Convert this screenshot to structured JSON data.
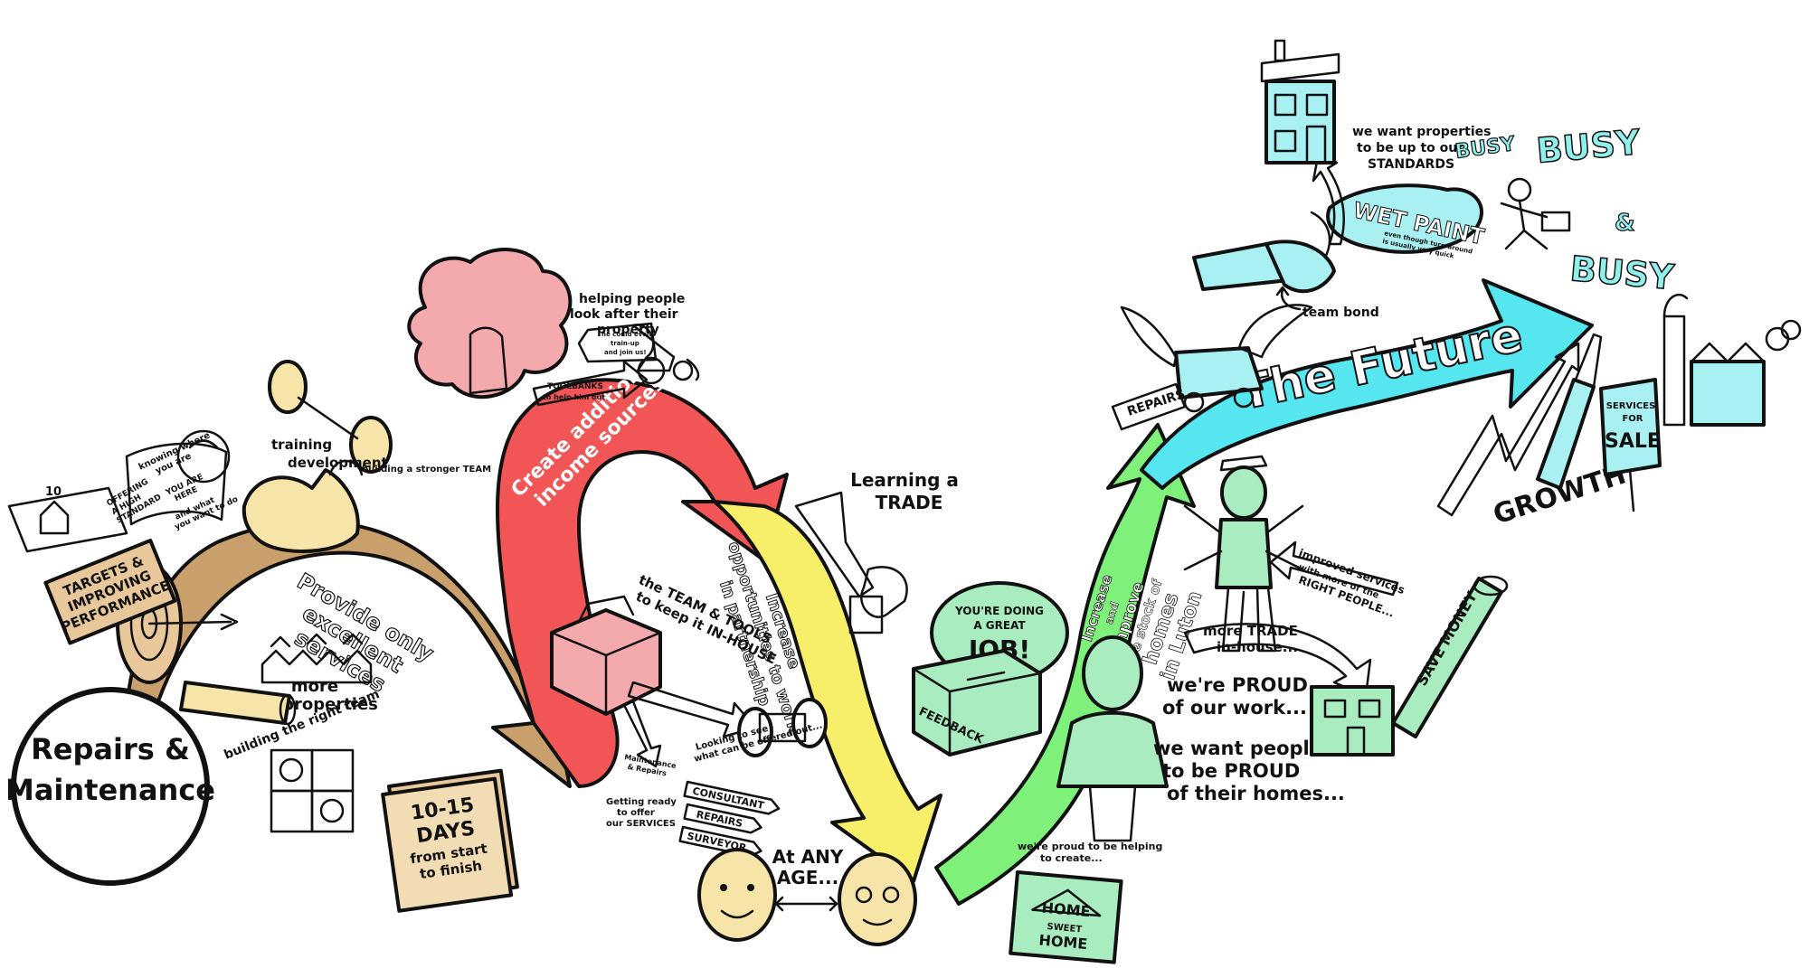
{
  "start": {
    "title_line1": "Repairs &",
    "title_line2": "Maintenance"
  },
  "stage1": {
    "arrow": [
      "Provide only",
      "excellent",
      "services"
    ],
    "targets": [
      "TARGETS &",
      "IMPROVING",
      "PERFORMANCE"
    ],
    "offering": [
      "OFFERING",
      "A HIGH",
      "STANDARD"
    ],
    "knowing": [
      "knowing where",
      "you are"
    ],
    "you_are_here": [
      "YOU ARE",
      "HERE"
    ],
    "and_what": [
      "and what",
      "you want to do"
    ],
    "training": "training",
    "development": "development",
    "stronger_team": "building a stronger TEAM",
    "more_properties": [
      "more",
      "properties"
    ],
    "right_team": "building the right team",
    "days": [
      "10-15",
      "DAYS",
      "from start",
      "to finish"
    ]
  },
  "stage2": {
    "arrow": [
      "Create additional",
      "income sources"
    ],
    "helping": [
      "helping people",
      "look after their",
      "property"
    ],
    "train_up": [
      "he could even",
      "train-up",
      "and join us!"
    ],
    "toolbanks": [
      "TOOLBANKS",
      "to help him out"
    ],
    "team_tools": [
      "the TEAM & TOOLS",
      "to keep it IN-HOUSE"
    ],
    "looking": [
      "Looking to see",
      "what can be offered out..."
    ],
    "maintenance_repairs": [
      "Maintenance",
      "& Repairs"
    ],
    "consultant": "CONSULTANT",
    "repairs_tag": "REPAIRS",
    "surveyor": "SURVEYOR",
    "getting_ready": [
      "Getting ready",
      "to offer",
      "our SERVICES"
    ]
  },
  "stage3": {
    "arrow": [
      "Increase",
      "opportunities to work",
      "in partnership"
    ],
    "learning": [
      "Learning a",
      "TRADE"
    ],
    "any_age": [
      "At ANY",
      "AGE..."
    ]
  },
  "stage4": {
    "arrow": [
      "Increase",
      "and",
      "improve",
      "the stock of",
      "homes",
      "in Luton"
    ],
    "doing_great": [
      "YOU'RE DOING",
      "A GREAT",
      "JOB!"
    ],
    "feedback": "FEEDBACK",
    "proud_work": [
      "we're PROUD",
      "of our work..."
    ],
    "proud_homes": [
      "we want people",
      "to be PROUD",
      "of their homes..."
    ],
    "proud_create": [
      "we're proud to be helping",
      "to create..."
    ],
    "home_sweet_home": [
      "HOME",
      "SWEET",
      "HOME"
    ]
  },
  "stage5": {
    "arrow": "The Future",
    "repairs_van": "REPAIRS",
    "team_bond": "team bond",
    "wet_paint": "WET PAINT",
    "wet_paint_note": [
      "even though turn-around",
      "is usually very quick"
    ],
    "standards": [
      "we want properties",
      "to be up to our",
      "STANDARDS"
    ],
    "busy": [
      "BUSY",
      "BUSY",
      "&",
      "BUSY"
    ],
    "growth": "GROWTH",
    "services_sale": [
      "SERVICES",
      "FOR",
      "SALE"
    ],
    "improved": [
      "improved services",
      "with more of the",
      "RIGHT PEOPLE..."
    ],
    "trade_inhouse": [
      "more TRADE",
      "in-house..."
    ],
    "save_money": "SAVE MONEY"
  },
  "colors": {
    "tan": "#c9a06c",
    "red": "#f25555",
    "yellow": "#f7ef6a",
    "green": "#7ff07a",
    "cyan": "#55e6f0",
    "skin": "#f7e4a8",
    "pink": "#f4a9ad",
    "mint": "#a8ecc0",
    "teal": "#8ff0ec"
  }
}
